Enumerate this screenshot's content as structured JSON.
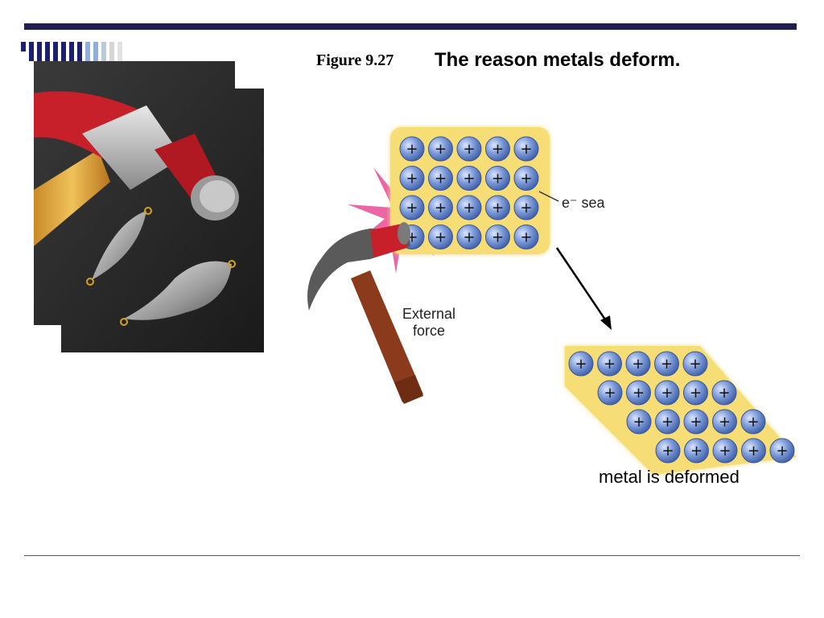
{
  "figure": {
    "number": "Figure 9.27",
    "title": "The reason metals deform."
  },
  "diagram": {
    "ion_symbol": "+",
    "electron_sea_label": "e⁻ sea",
    "force_label_line1": "External",
    "force_label_line2": "force",
    "deformed_label": "metal is deformed"
  },
  "colors": {
    "header_bar": "#1f1f4f",
    "electron_sea": "#f7dd75",
    "ion": "#6f8fd0",
    "impact_burst": "#e8559a",
    "hammer_handle": "#8b3a1c",
    "hammer_head": "#5a5a5a"
  }
}
